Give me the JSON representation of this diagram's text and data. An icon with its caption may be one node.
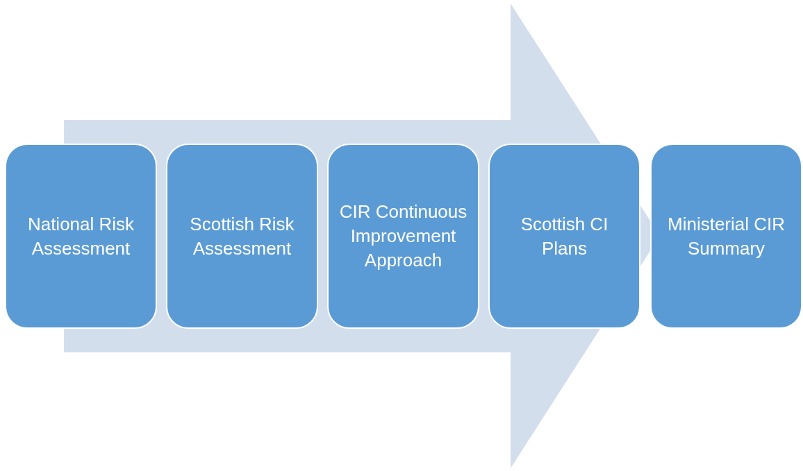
{
  "diagram": {
    "nodes": [
      {
        "text": [
          "National Risk Assessment"
        ]
      },
      {
        "text": [
          "Scottish Risk Assessment"
        ]
      },
      {
        "text": [
          "CIR Continuous Improvement Approach"
        ]
      },
      {
        "text": [
          "Scottish CI Plans"
        ]
      },
      {
        "text": [
          "Ministerial CIR Summary"
        ]
      }
    ],
    "edges": [
      {
        "from": 0,
        "to": 4,
        "arrow": "to"
      }
    ]
  }
}
